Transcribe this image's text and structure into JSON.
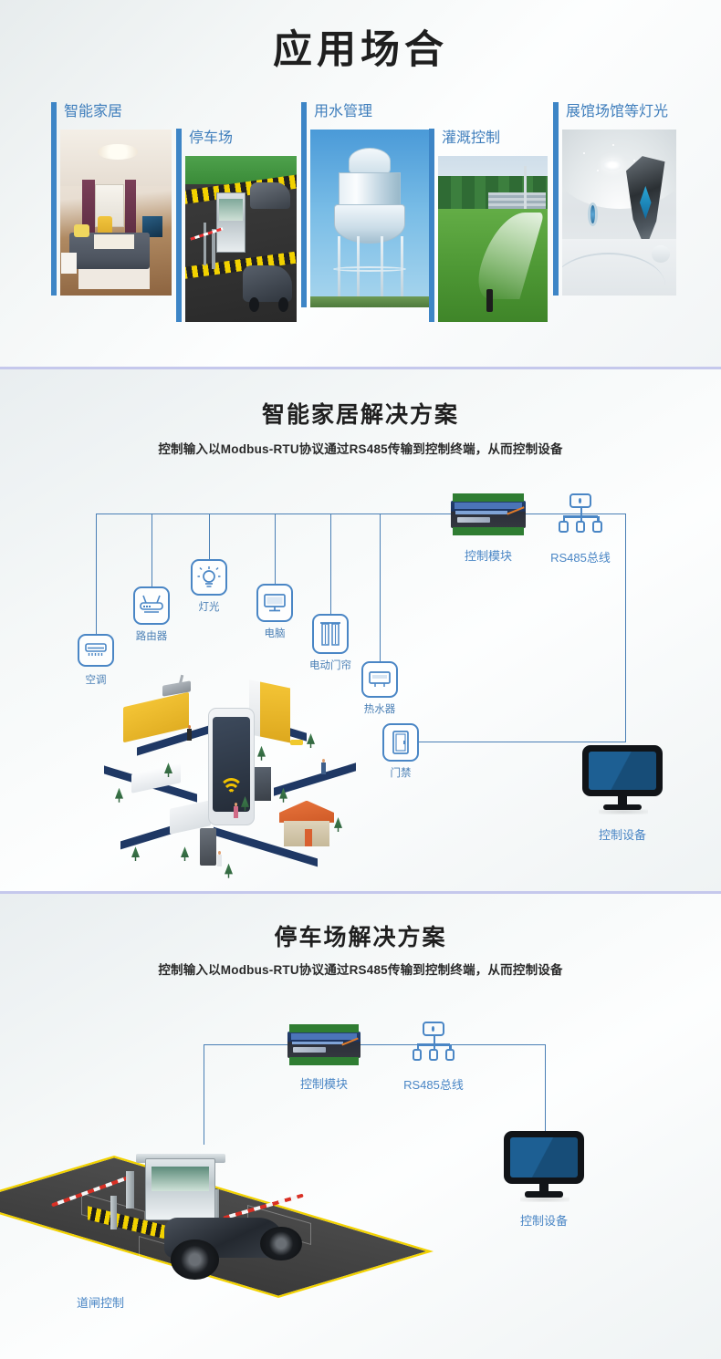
{
  "colors": {
    "accent_blue": "#3d85c6",
    "label_blue": "#4a7fb5",
    "wire_blue": "#4a86c5",
    "separator": "#c5c8ec",
    "title_dark": "#1f1f1f",
    "pcb_navy": "#23406e",
    "monitor_screen": "#1d5f93",
    "path_navy": "#1f3864",
    "accent_yellow": "#f2c200"
  },
  "apps_section": {
    "title": "应用场合",
    "cards": [
      {
        "label": "智能家居",
        "scene": "bedroom-photo"
      },
      {
        "label": "停车场",
        "scene": "parking-lot-illustration"
      },
      {
        "label": "用水管理",
        "scene": "water-tower-photo"
      },
      {
        "label": "灌溉控制",
        "scene": "lawn-sprinkler-photo"
      },
      {
        "label": "展馆场馆等灯光",
        "scene": "exhibition-hall-photo"
      }
    ]
  },
  "solutions": [
    {
      "title": "智能家居解决方案",
      "subtitle": "控制输入以Modbus-RTU协议通过RS485传输到控制终端，从而控制设备",
      "nodes": {
        "control_module": "控制模块",
        "rs485_bus": "RS485总线",
        "control_device": "控制设备"
      },
      "devices": [
        {
          "label": "空调",
          "icon": "air-conditioner-icon"
        },
        {
          "label": "路由器",
          "icon": "router-icon"
        },
        {
          "label": "灯光",
          "icon": "light-bulb-icon"
        },
        {
          "label": "电脑",
          "icon": "computer-monitor-icon"
        },
        {
          "label": "电动门帘",
          "icon": "electric-curtain-icon"
        },
        {
          "label": "热水器",
          "icon": "water-heater-icon"
        },
        {
          "label": "门禁",
          "icon": "access-control-icon"
        }
      ],
      "illustration": "isometric-smart-home-scene"
    },
    {
      "title": "停车场解决方案",
      "subtitle": "控制输入以Modbus-RTU协议通过RS485传输到控制终端，从而控制设备",
      "nodes": {
        "control_module": "控制模块",
        "rs485_bus": "RS485总线",
        "control_device": "控制设备"
      },
      "devices": [
        {
          "label": "道闸控制",
          "icon": "barrier-gate-icon"
        }
      ],
      "illustration": "isometric-parking-lot-scene"
    }
  ]
}
